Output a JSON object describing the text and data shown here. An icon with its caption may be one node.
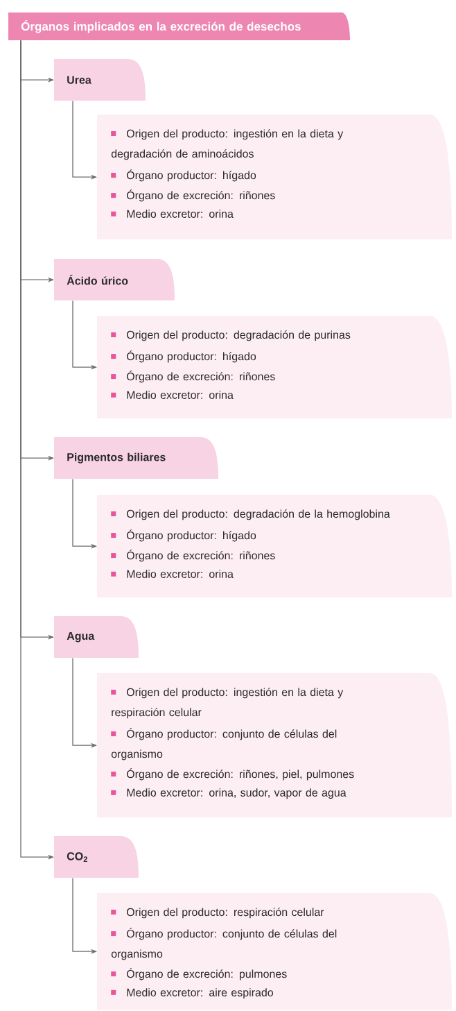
{
  "diagram": {
    "nodes": [
      {
        "text": [
          "Órganos implicados en la excreción de desechos"
        ]
      },
      {
        "text": [
          "Urea"
        ]
      },
      {
        "text": [
          "Origen del producto: ingestión en la dieta y degradación de aminoácidos",
          "Órgano productor: hígado",
          "Órgano de excreción: riñones",
          "Medio excretor: orina"
        ]
      },
      {
        "text": [
          "Ácido úrico"
        ]
      },
      {
        "text": [
          "Origen del producto: degradación de purinas",
          "Órgano productor: hígado",
          "Órgano de excreción: riñones",
          "Medio excretor: orina"
        ]
      },
      {
        "text": [
          "Pigmentos biliares"
        ]
      },
      {
        "text": [
          "Origen del producto: degradación de la hemoglobina",
          "Órgano productor: hígado",
          "Órgano de excreción: riñones",
          "Medio excretor: orina"
        ]
      },
      {
        "text": [
          "Agua"
        ]
      },
      {
        "text": [
          "Origen del producto: ingestión en la dieta y respiración celular",
          "Órgano productor: conjunto de células del organismo",
          "Órgano de excreción: riñones, piel, pulmones",
          "Medio excretor: orina, sudor, vapor de agua"
        ]
      },
      {
        "text": [
          "CO$_{2}$"
        ]
      },
      {
        "text": [
          "Origen del producto: respiración celular",
          "Órgano productor: conjunto de células del organismo",
          "Órgano de excreción: pulmones",
          "Medio excretor: aire espirado"
        ]
      }
    ],
    "edges": [
      {
        "from": 0,
        "to": 1,
        "arrow": "to"
      },
      {
        "from": 1,
        "to": 2,
        "arrow": "to"
      },
      {
        "from": 0,
        "to": 3,
        "arrow": "to"
      },
      {
        "from": 3,
        "to": 4,
        "arrow": "to"
      },
      {
        "from": 0,
        "to": 5,
        "arrow": "to"
      },
      {
        "from": 5,
        "to": 6,
        "arrow": "to"
      },
      {
        "from": 0,
        "to": 7,
        "arrow": "to"
      },
      {
        "from": 7,
        "to": 8,
        "arrow": "to"
      },
      {
        "from": 0,
        "to": 9,
        "arrow": "to"
      },
      {
        "from": 9,
        "to": 10,
        "arrow": "to"
      }
    ]
  }
}
